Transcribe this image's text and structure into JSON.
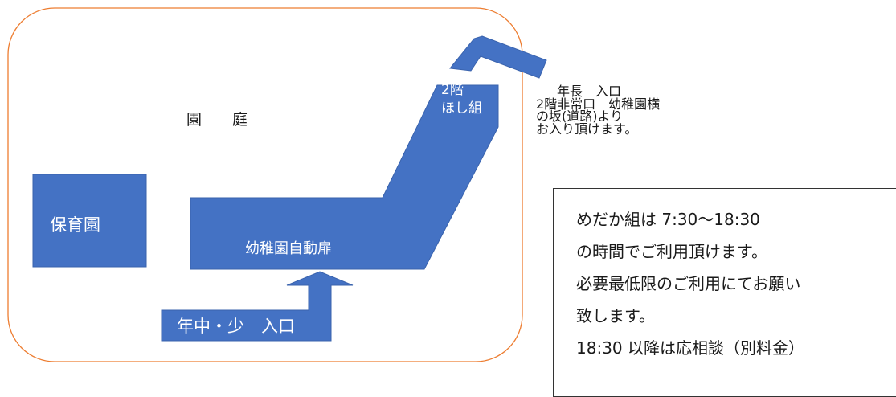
{
  "colors": {
    "building_fill": "#4472c4",
    "building_stroke": "#3a63ad",
    "boundary_stroke": "#ed7d31",
    "text_dark": "#1a1a1a",
    "text_light": "#ffffff",
    "box_border": "#333333"
  },
  "labels": {
    "garden": "園　　庭",
    "hoikuen": "保育園",
    "kindergarten_door": "幼稚園自動扉",
    "entrance_middle_small": "年中・少　入口",
    "hoshi_floor": "2階",
    "hoshi_class": "ほし組"
  },
  "senior_entrance_note": [
    "年長　入口",
    "2階非常口　幼稚園横",
    "の坂(道路)より",
    "お入り頂けます。"
  ],
  "info_box": {
    "lines": [
      "めだか組は 7:30～18:30",
      "の時間でご利用頂けます。",
      "必要最低限のご利用にてお願い",
      "致します。",
      "18:30 以降は応相談（別料金）"
    ]
  }
}
